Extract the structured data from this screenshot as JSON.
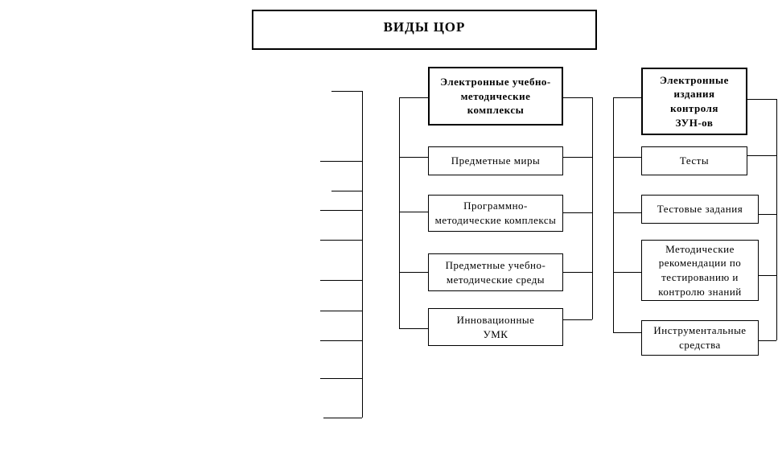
{
  "title": "ВИДЫ ЦОР",
  "left_column": {
    "header": "Электронные учебно-\nметодические\nкомплексы",
    "items": [
      "Предметные миры",
      "Программно-\nметодические комплексы",
      "Предметные учебно-\nметодические среды",
      "Инновационные\nУМК"
    ]
  },
  "right_column": {
    "header": "Электронные\nиздания\nконтроля\nЗУН-ов",
    "items": [
      "Тесты",
      "Тестовые задания",
      "Методические\nрекомендации по\nтестированию и\nконтролю знаний",
      "Инструментальные\nсредства"
    ]
  },
  "colors": {
    "line": "#000000",
    "text": "#000000",
    "background": "#ffffff"
  }
}
